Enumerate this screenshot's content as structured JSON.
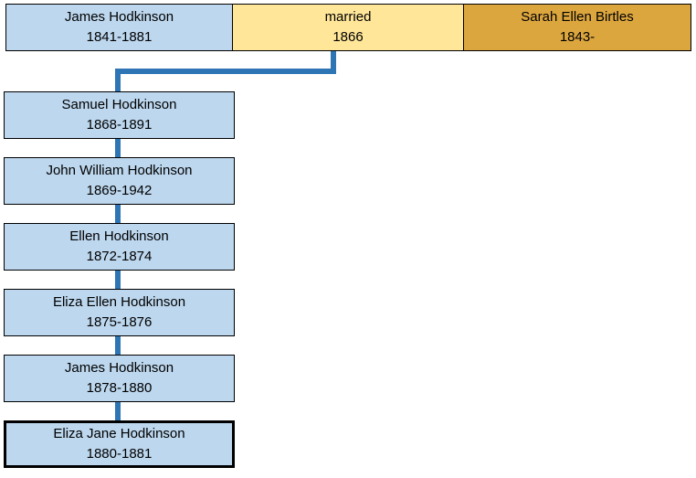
{
  "diagram": {
    "type": "family-tree",
    "parents": {
      "father": {
        "name": "James Hodkinson",
        "dates": "1841-1881"
      },
      "marriage": {
        "name": "married",
        "dates": "1866"
      },
      "mother": {
        "name": "Sarah Ellen Birtles",
        "dates": "1843-"
      }
    },
    "children": [
      {
        "name": "Samuel Hodkinson",
        "dates": "1868-1891",
        "highlighted": false
      },
      {
        "name": "John William Hodkinson",
        "dates": "1869-1942",
        "highlighted": false
      },
      {
        "name": "Ellen Hodkinson",
        "dates": "1872-1874",
        "highlighted": false
      },
      {
        "name": "Eliza Ellen Hodkinson",
        "dates": "1875-1876",
        "highlighted": false
      },
      {
        "name": "James Hodkinson",
        "dates": "1878-1880",
        "highlighted": false
      },
      {
        "name": "Eliza Jane Hodkinson",
        "dates": "1880-1881",
        "highlighted": true
      }
    ]
  },
  "colors": {
    "father-fill": "#BDD7EE",
    "marriage-fill": "#FFE699",
    "mother-fill": "#DCA63F",
    "child-fill": "#BDD7EE",
    "connector": "#2E75B6",
    "border": "#000000"
  }
}
